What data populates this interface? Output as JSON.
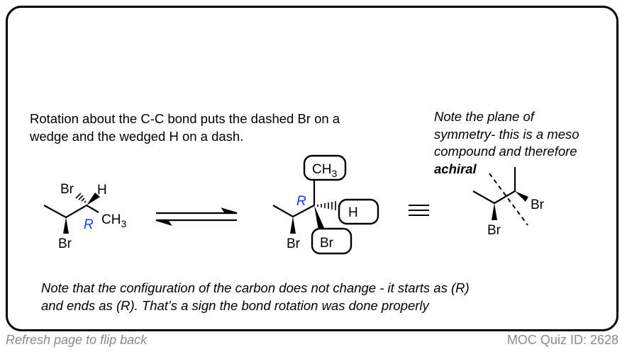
{
  "intro": {
    "line1": "Rotation about the C-C bond puts the dashed Br on a",
    "line2": "wedge and the wedged H on a dash."
  },
  "side_note": {
    "line1": "Note the plane of",
    "line2": "symmetry- this is a meso",
    "line3": "compound and therefore",
    "line4_bold": "achiral"
  },
  "bottom_note": {
    "line1": "Note that the configuration of the carbon does not change - it starts as (R)",
    "line2": "and ends as (R). That’s a sign the bond rotation was done properly"
  },
  "molecule_left": {
    "br_top": "Br",
    "h": "H",
    "ch3": "CH",
    "ch3_sub": "3",
    "br_bottom": "Br",
    "config": "R"
  },
  "molecule_middle": {
    "ch3": "CH",
    "ch3_sub": "3",
    "h": "H",
    "br_boxed": "Br",
    "br_bottom": "Br",
    "config": "R"
  },
  "molecule_right": {
    "br_right": "Br",
    "br_bottom": "Br"
  },
  "footer": {
    "refresh": "Refresh page to flip back",
    "quiz_id": "MOC Quiz ID: 2628"
  },
  "colors": {
    "config_label": "#1a3cff",
    "footer_text": "#8a8a8a"
  }
}
